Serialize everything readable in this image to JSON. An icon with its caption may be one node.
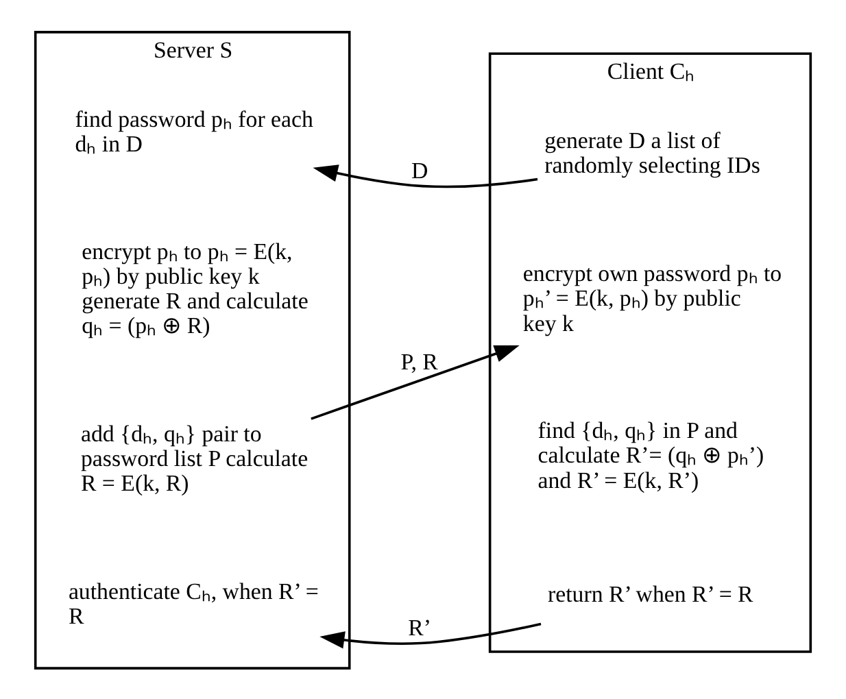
{
  "diagram": {
    "nodes": [
      {
        "text": [
          "Server S"
        ]
      },
      {
        "text": [
          "find password pₕ for each dₕ in D"
        ],
        "in": 0
      },
      {
        "text": [
          "encrypt pₕ to pₕ = E(k, pₕ) by public key k generate R and calculate qₕ = (pₕ ⊕ R)"
        ],
        "in": 0
      },
      {
        "text": [
          "add {dₕ, qₕ} pair to password list P calculate R = E(k, R)"
        ],
        "in": 0
      },
      {
        "text": [
          "authenticate Cₕ, when R’ = R"
        ],
        "in": 0
      },
      {
        "text": [
          "Client Cₕ"
        ]
      },
      {
        "text": [
          "generate D a list of randomly selecting IDs"
        ],
        "in": 5
      },
      {
        "text": [
          "encrypt own password pₕ to pₕ’ = E(k, pₕ) by public key k"
        ],
        "in": 5
      },
      {
        "text": [
          "find {dₕ, qₕ} in P and calculate R’= (qₕ ⊕ pₕ’) and R’ = E(k, R’)"
        ],
        "in": 5
      },
      {
        "text": [
          "return R’ when R’ = R"
        ],
        "in": 5
      }
    ],
    "edges": [
      {
        "from": 6,
        "to": 1,
        "arrow": "to",
        "label": "D"
      },
      {
        "from": 3,
        "to": 7,
        "arrow": "to",
        "label": "P, R"
      },
      {
        "from": 9,
        "to": 4,
        "arrow": "to",
        "label": "R’"
      }
    ]
  }
}
